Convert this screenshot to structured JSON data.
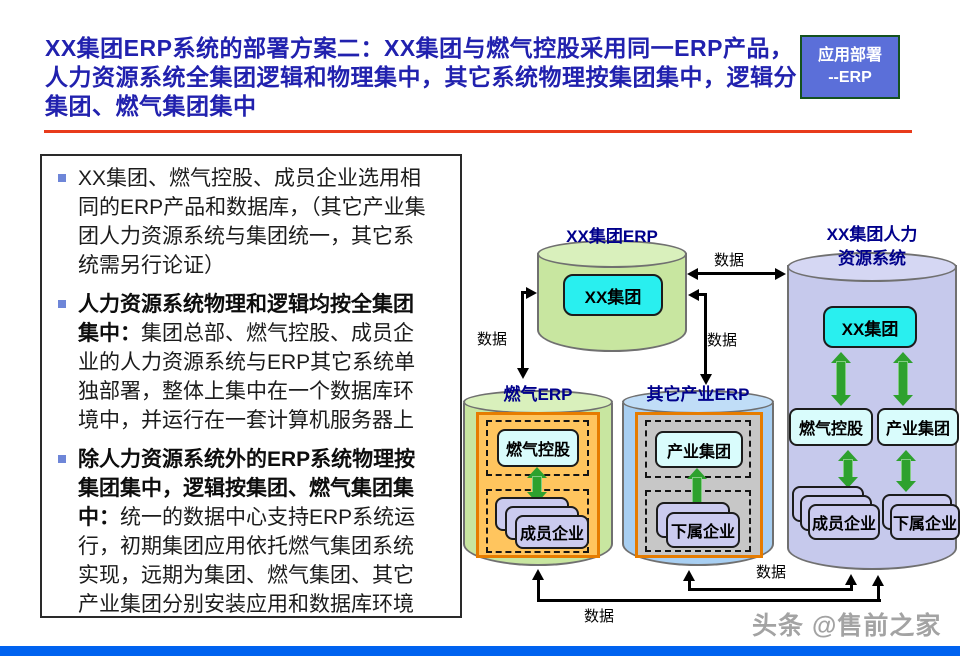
{
  "slide": {
    "title": "XX集团ERP系统的部署方案二：XX集团与燃气控股采用同一ERP产品，人力资源系统全集团逻辑和物理集中，其它系统物理按集团集中，逻辑分集团、燃气集团集中",
    "tag": {
      "line1": "应用部署",
      "line2": "--ERP"
    },
    "watermark": "头条 @售前之家"
  },
  "notes": {
    "bullets": [
      {
        "bold": "",
        "text": "XX集团、燃气控股、成员企业选用相同的ERP产品和数据库，（其它产业集团人力资源系统与集团统一，其它系统需另行论证）"
      },
      {
        "bold": "人力资源系统物理和逻辑均按全集团集中：",
        "text": "集团总部、燃气控股、成员企业的人力资源系统与ERP其它系统单独部署，整体上集中在一个数据库环境中，并运行在一套计算机服务器上"
      },
      {
        "bold": "除人力资源系统外的ERP系统物理按集团集中，逻辑按集团、燃气集团集中：",
        "text": "统一的数据中心支持ERP系统运行，初期集团应用依托燃气集团系统实现，远期为集团、燃气集团、其它产业集团分别安装应用和数据库环境"
      }
    ]
  },
  "diagram": {
    "data_label": "数据",
    "group_erp": {
      "title": "XX集团ERP",
      "node_group": "XX集团"
    },
    "hr_system": {
      "title_line1": "XX集团人力",
      "title_line2": "资源系统",
      "node_group": "XX集团",
      "node_gas": "燃气控股",
      "node_industry": "产业集团",
      "node_member": "成员企业",
      "node_subsidiary": "下属企业"
    },
    "gas_erp": {
      "title": "燃气ERP",
      "node_gas": "燃气控股",
      "node_member": "成员企业"
    },
    "other_erp": {
      "title": "其它产业ERP",
      "node_industry": "产业集团",
      "node_subsidiary": "下属企业"
    }
  },
  "colors": {
    "title_blue": "#2121AE",
    "divider_red": "#E83B1B",
    "bottom_bar_blue": "#0063F0",
    "tag_bg": "#5B6FD9",
    "cylinder_green": "#C8E6A0",
    "cylinder_blue": "#A8CFF2",
    "cylinder_purple": "#C6C9EC",
    "node_cyan": "#29EFEF",
    "node_pale_cyan": "#D9FCFC",
    "node_lavender": "#CBCBEF",
    "orange_fill": "#FFC55E",
    "orange_border": "#E67C00",
    "gray_fill": "#C7C7C7",
    "arrow_green": "#2EA12E",
    "label_navy": "#00008B"
  }
}
